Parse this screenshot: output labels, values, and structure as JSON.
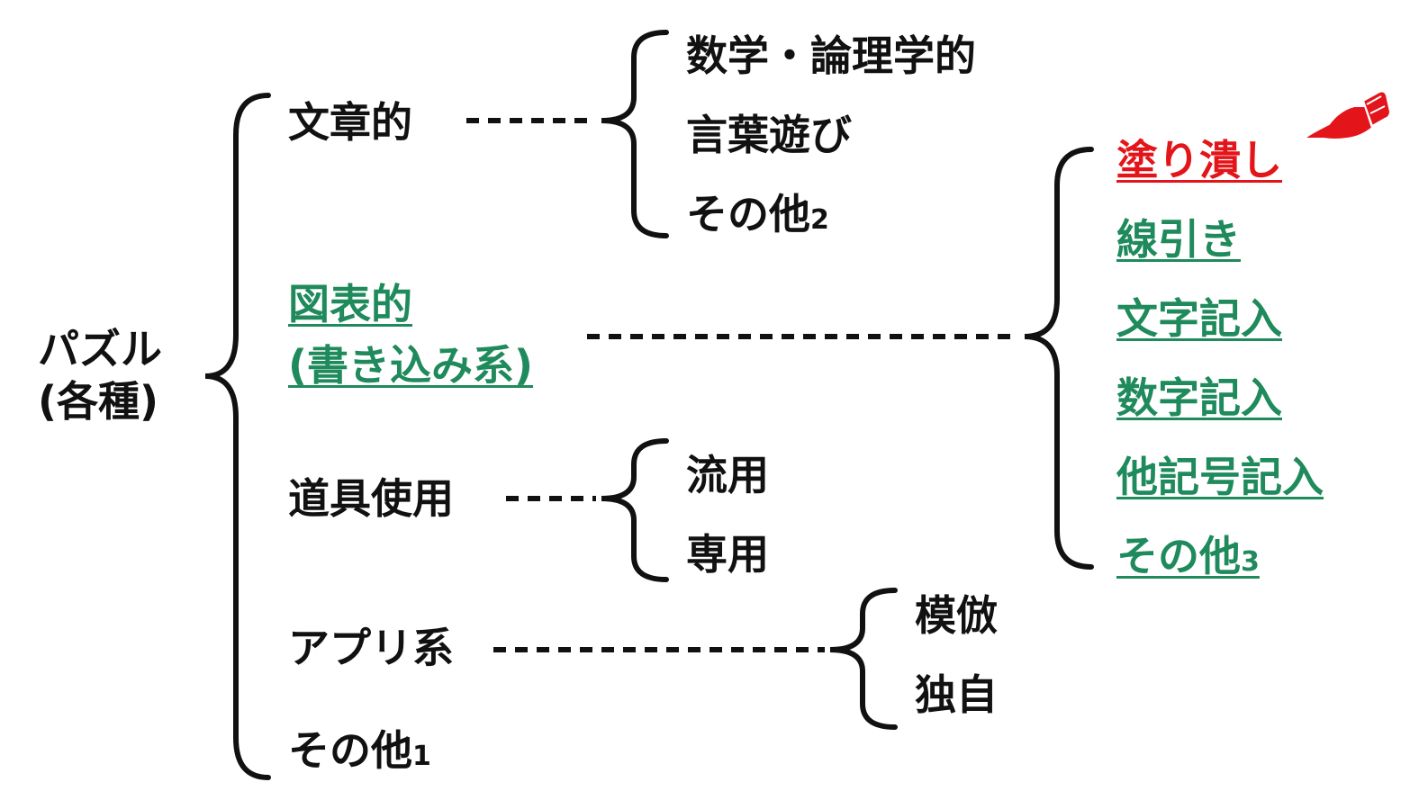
{
  "root": {
    "line1": "パズル",
    "line2": "(各種)"
  },
  "level1": {
    "bunsho": "文章的",
    "zuhyo_line1": "図表的",
    "zuhyo_line2": "(書き込み系)",
    "dougu": "道具使用",
    "app": "アプリ系",
    "other_base": "その他",
    "other_num": "1"
  },
  "bunsho_children": {
    "item1": "数学・論理学的",
    "item2": "言葉遊び",
    "other_base": "その他",
    "other_num": "2"
  },
  "zuhyo_children": {
    "item1": "塗り潰し",
    "item2": "線引き",
    "item3": "文字記入",
    "item4": "数字記入",
    "item5": "他記号記入",
    "other_base": "その他",
    "other_num": "3"
  },
  "dougu_children": {
    "item1": "流用",
    "item2": "専用"
  },
  "app_children": {
    "item1": "模倣",
    "item2": "独自"
  },
  "icons": {
    "pointer": "pointing-hand-icon"
  },
  "colors": {
    "text": "#111111",
    "link": "#1f8a5b",
    "highlight": "#e3151a"
  }
}
